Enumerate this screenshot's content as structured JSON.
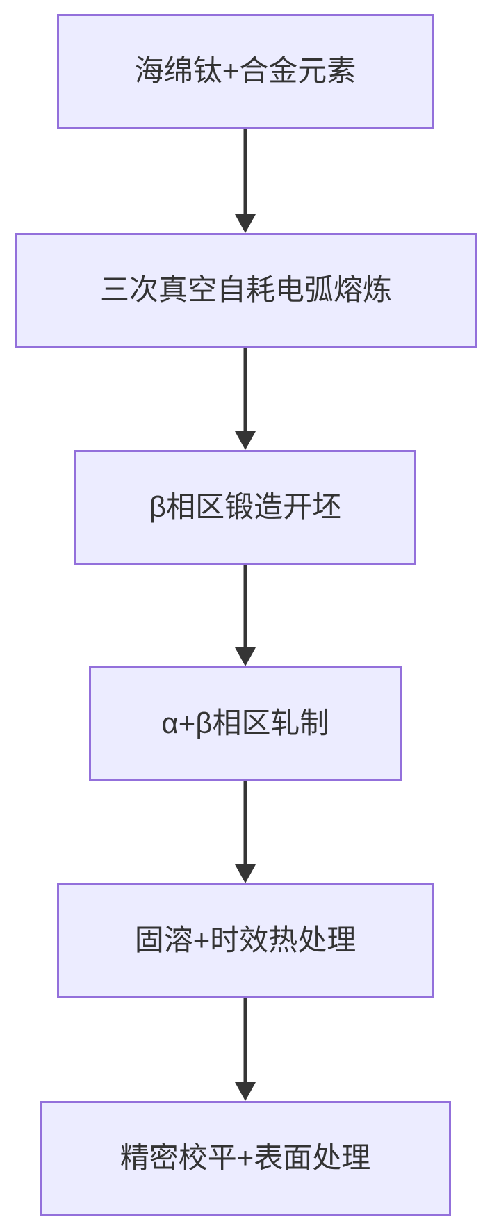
{
  "flowchart": {
    "type": "flowchart",
    "direction": "top-down",
    "nodes": [
      {
        "id": "n1",
        "label": "海绵钛+合金元素"
      },
      {
        "id": "n2",
        "label": "三次真空自耗电弧熔炼"
      },
      {
        "id": "n3",
        "label": "β相区锻造开坯"
      },
      {
        "id": "n4",
        "label": "α+β相区轧制"
      },
      {
        "id": "n5",
        "label": "固溶+时效热处理"
      },
      {
        "id": "n6",
        "label": "精密校平+表面处理"
      }
    ],
    "edges": [
      {
        "from": "n1",
        "to": "n2"
      },
      {
        "from": "n2",
        "to": "n3"
      },
      {
        "from": "n3",
        "to": "n4"
      },
      {
        "from": "n4",
        "to": "n5"
      },
      {
        "from": "n5",
        "to": "n6"
      }
    ],
    "colors": {
      "node_fill": "#ECECFF",
      "node_border": "#9370DB",
      "arrow": "#353535",
      "text": "#333333",
      "background": "#FFFFFF"
    }
  }
}
